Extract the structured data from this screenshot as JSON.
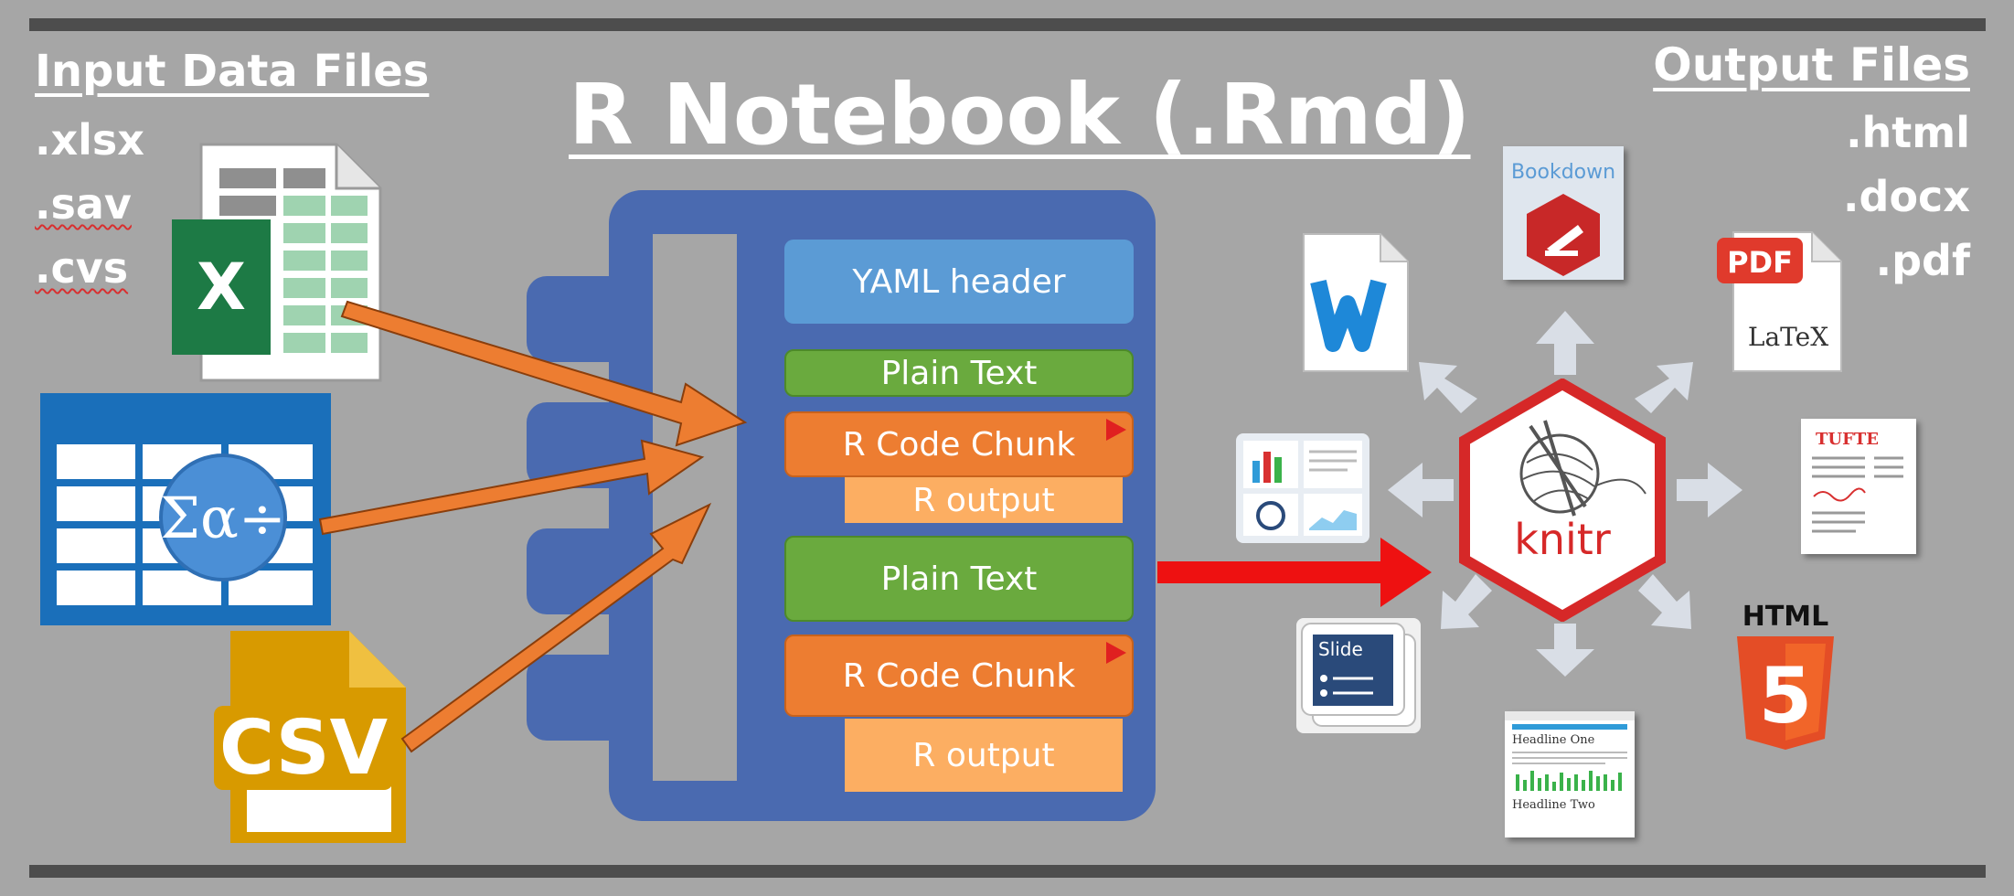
{
  "input": {
    "heading": "Input Data Files",
    "extensions": [
      ".xlsx",
      ".sav",
      ".cvs"
    ],
    "icons": {
      "excel_badge": "X",
      "csv_label": "CSV",
      "spss_symbol": "Σα÷"
    }
  },
  "title": "R Notebook (.Rmd)",
  "notebook": {
    "yaml": "YAML header",
    "plain_text_1": "Plain Text",
    "code_chunk_1": "R Code Chunk",
    "r_output_1": "R output",
    "plain_text_2": "Plain Text",
    "code_chunk_2": "R Code Chunk",
    "r_output_2": "R output"
  },
  "output": {
    "heading": "Output Files",
    "extensions": [
      ".html",
      ".docx",
      ".pdf"
    ],
    "icons": {
      "knitr": "knitr",
      "bookdown": "Bookdown",
      "pdf": "PDF",
      "latex": "LaTeX",
      "tufte": "TUFTE",
      "html": "HTML",
      "html5_digit": "5",
      "slide": "Slide",
      "headline_one": "Headline One",
      "headline_two": "Headline Two"
    }
  },
  "colors": {
    "background": "#a6a6a6",
    "notebook": "#4a6ab0",
    "yaml": "#5b9bd5",
    "plain_text": "#6aaa3e",
    "code_chunk": "#ed7d31",
    "r_output": "#fcae62",
    "input_arrow": "#ed7d31",
    "render_arrow": "#ee1111",
    "knitr_border": "#d62828"
  }
}
